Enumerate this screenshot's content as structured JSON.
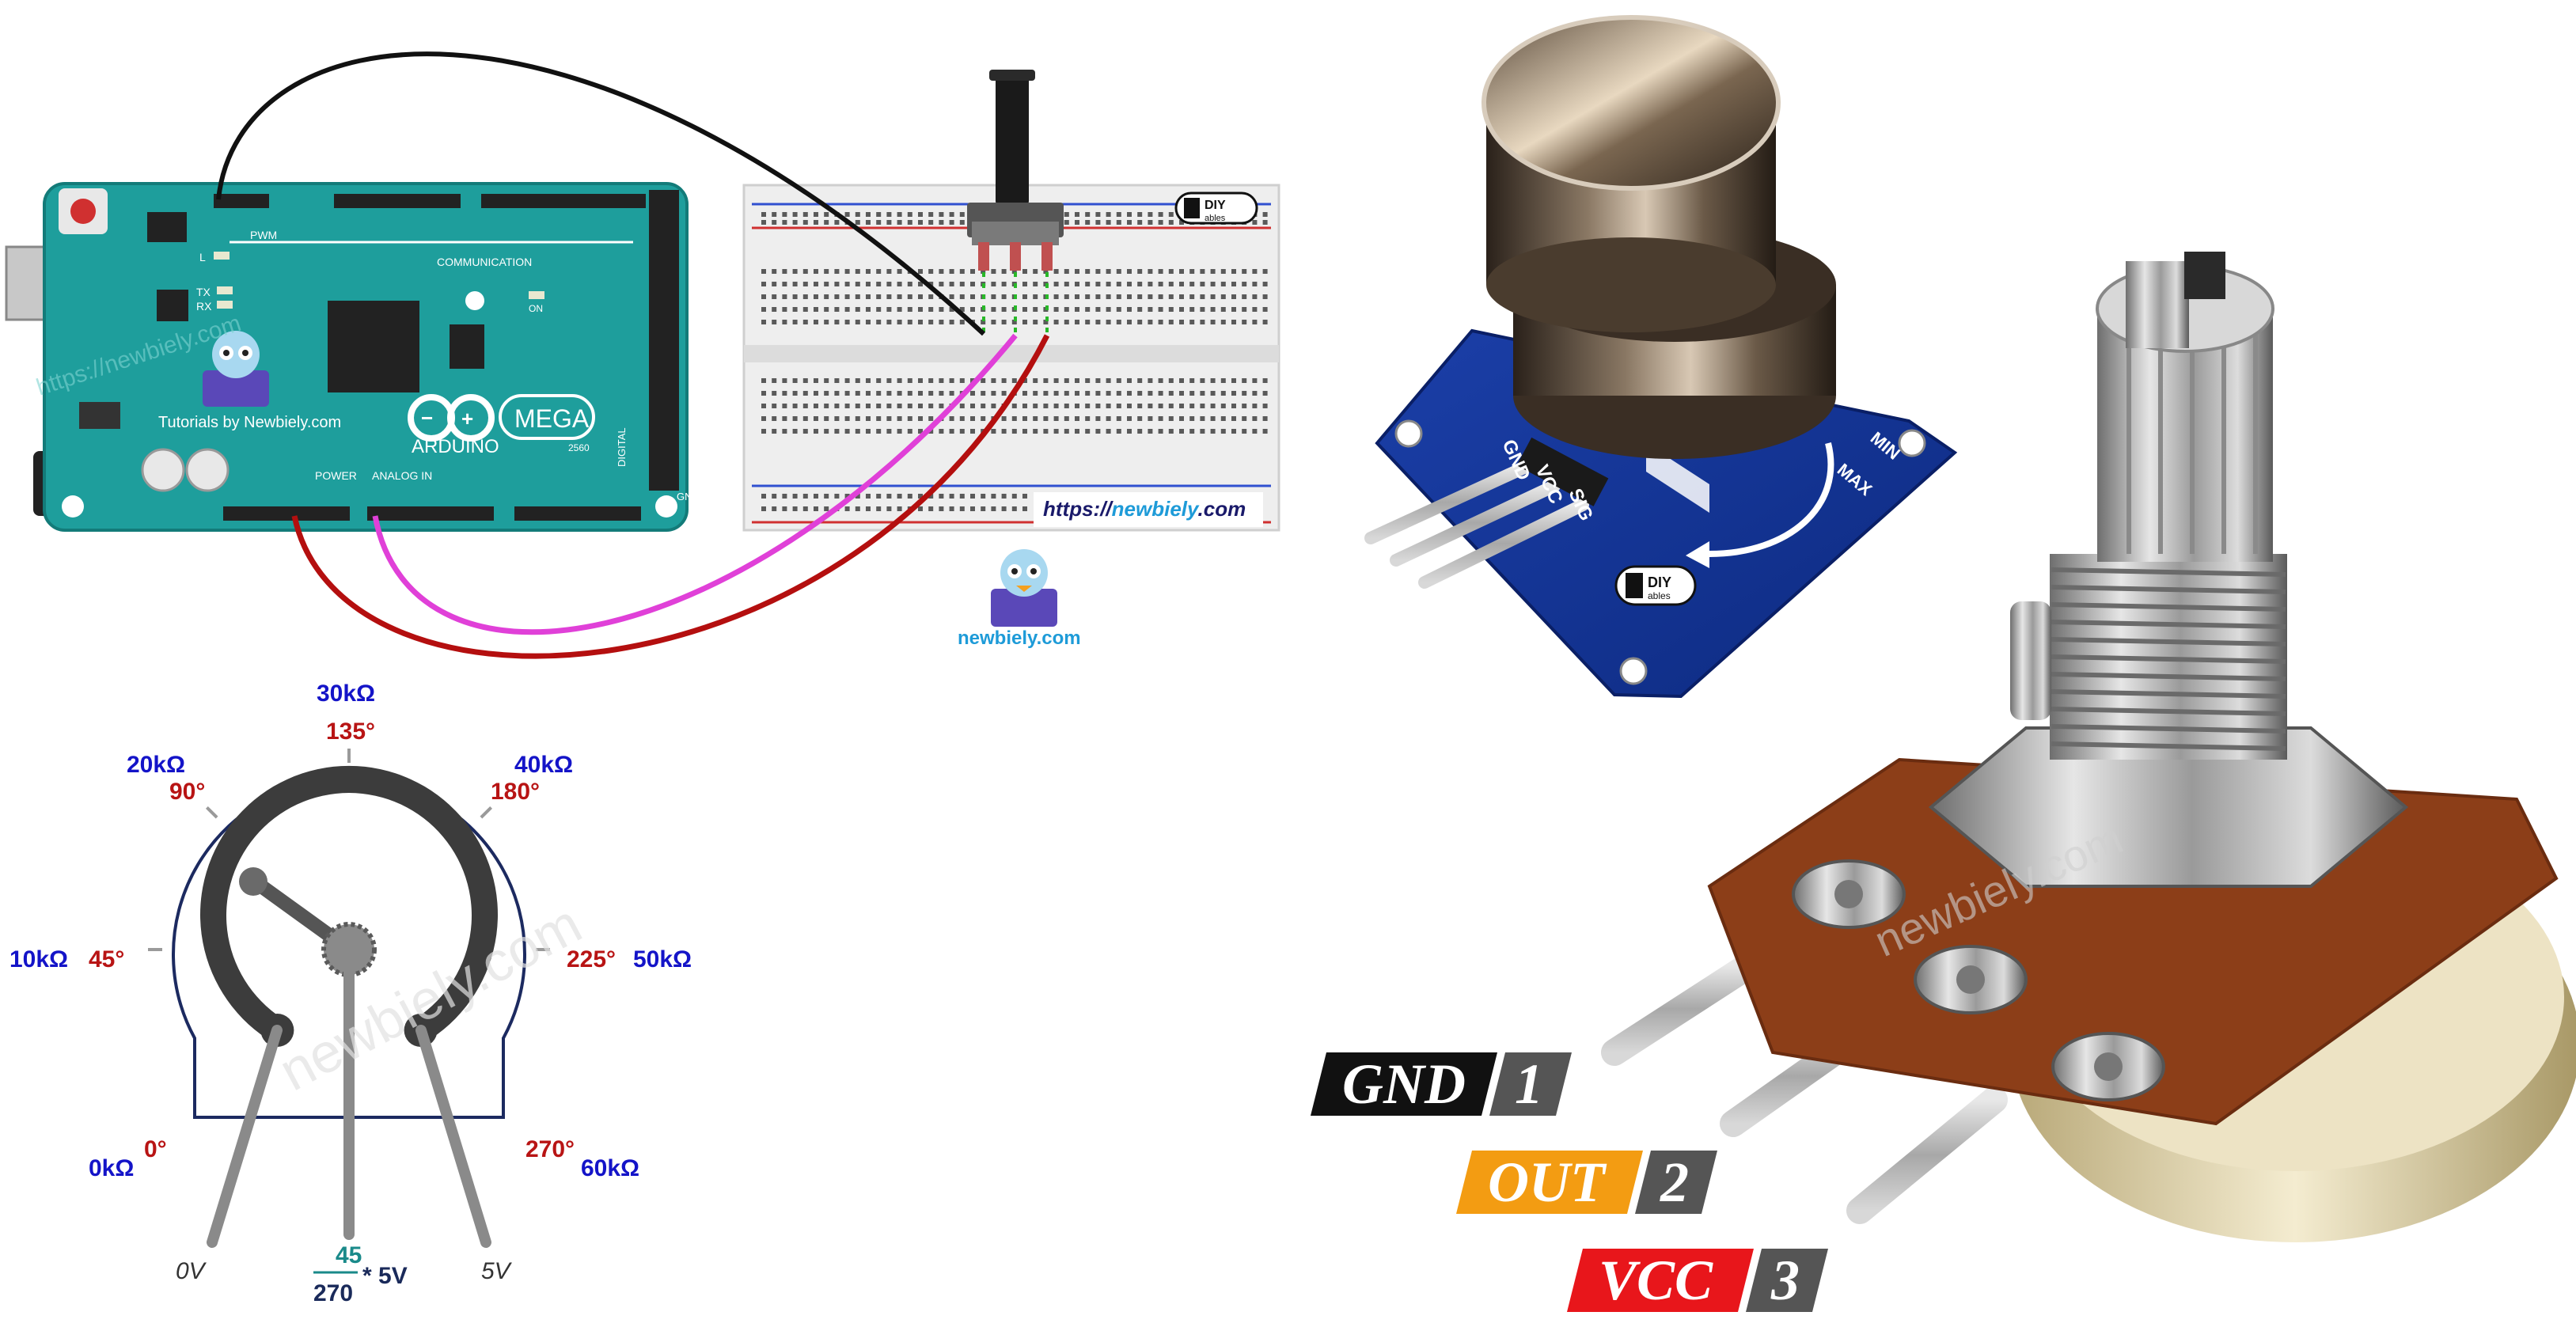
{
  "arduino": {
    "brand": "ARDUINO",
    "model": "MEGA",
    "model_sub": "2560",
    "tutorials": "Tutorials by Newbiely.com",
    "watermark": "https://newbiely.com",
    "pwm": "PWM",
    "communication": "COMMUNICATION",
    "power": "POWER",
    "analog_in": "ANALOG IN",
    "digital": "DIGITAL",
    "led_l": "L",
    "led_tx": "TX",
    "led_rx": "RX",
    "led_on": "ON",
    "gnd": "GND"
  },
  "breadboard": {
    "url_prefix": "https://",
    "url_brand": "newbiely",
    "url_suffix": ".com",
    "diy_logo": "DIY",
    "diy_sub": "ables"
  },
  "newbiely_logo": "newbiely.com",
  "module": {
    "pins": [
      "GND",
      "VCC",
      "SIG"
    ],
    "label_max": "MAX",
    "label_min": "MIN",
    "diy_logo": "DIY",
    "diy_sub": "ables"
  },
  "dial": {
    "resistances": [
      "0kΩ",
      "10kΩ",
      "20kΩ",
      "30kΩ",
      "40kΩ",
      "50kΩ",
      "60kΩ"
    ],
    "angles": [
      "0°",
      "45°",
      "90°",
      "135°",
      "180°",
      "225°",
      "270°"
    ],
    "pin_left": "0V",
    "pin_right": "5V",
    "fraction_num": "45",
    "fraction_den": "270",
    "fraction_mult": "* 5V",
    "watermark": "newbiely.com"
  },
  "pot": {
    "watermark": "newbiely.com"
  },
  "pin_labels": [
    {
      "name": "GND",
      "num": "1",
      "color": "#111111"
    },
    {
      "name": "OUT",
      "num": "2",
      "color": "#f39c12"
    },
    {
      "name": "VCC",
      "num": "3",
      "color": "#e8161b"
    }
  ],
  "colors": {
    "board": "#1e9e9c",
    "wire_gnd": "#111111",
    "wire_5v": "#b40f0f",
    "wire_sig": "#e040d8",
    "resistance": "#1414c8",
    "angle": "#b81414",
    "fraction": "#1a8a8a"
  }
}
